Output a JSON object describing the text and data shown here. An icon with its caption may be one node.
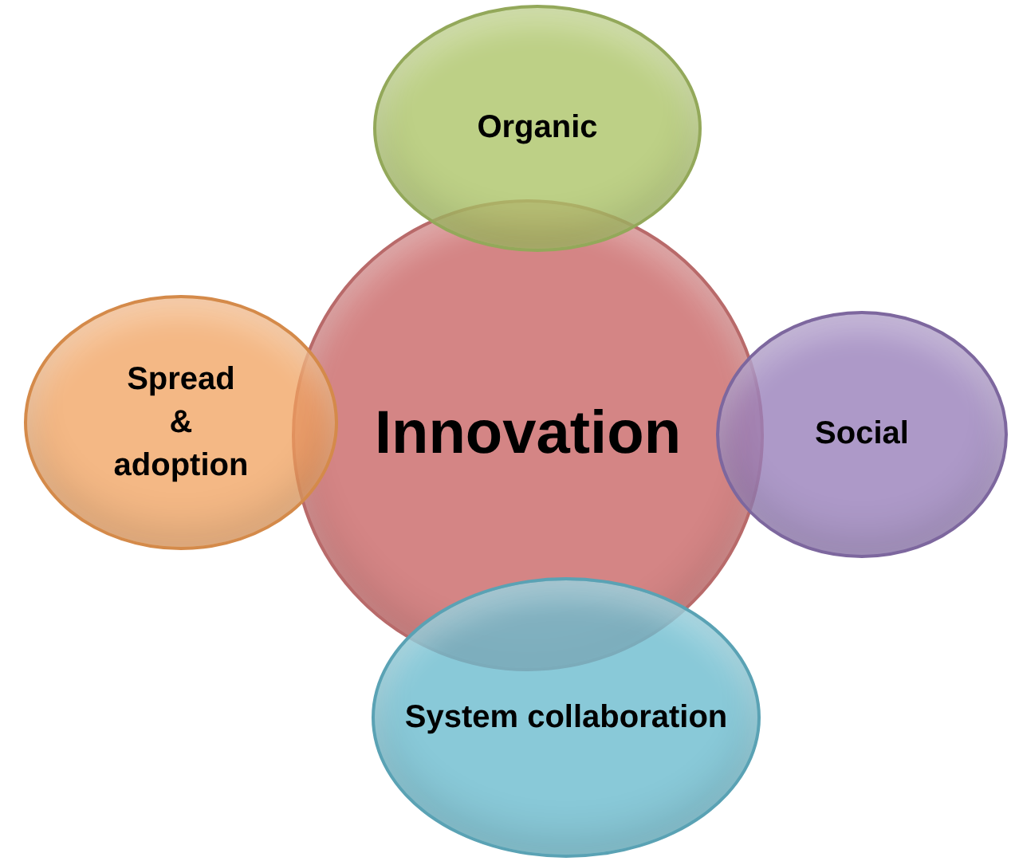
{
  "diagram": {
    "nodes": [
      {
        "text": [
          "Innovation"
        ]
      },
      {
        "text": [
          "Organic"
        ]
      },
      {
        "text": [
          "Spread & adoption"
        ]
      },
      {
        "text": [
          "Social"
        ]
      },
      {
        "text": [
          "System collaboration"
        ]
      }
    ]
  }
}
